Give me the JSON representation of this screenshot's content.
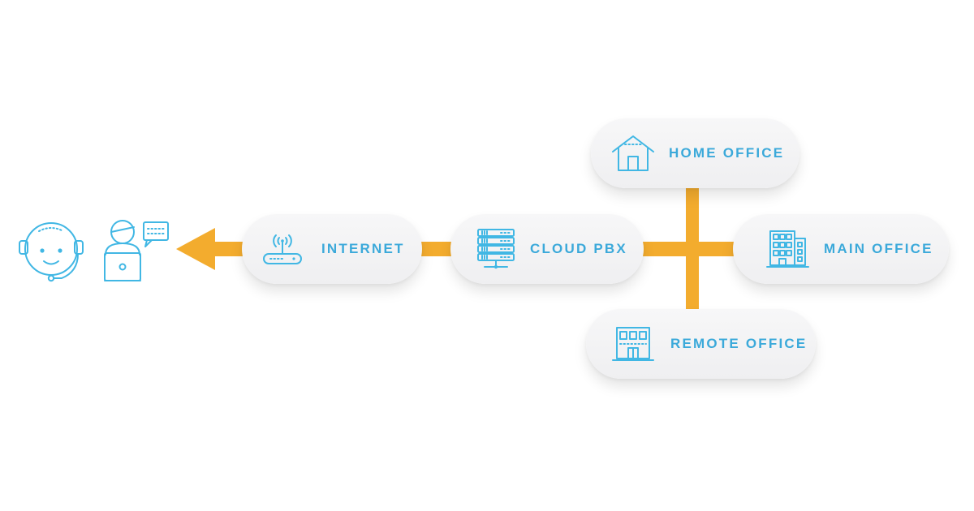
{
  "diagram": {
    "nodes": [
      {
        "id": "internet",
        "label": "INTERNET",
        "icon": "router-icon"
      },
      {
        "id": "cloud_pbx",
        "label": "CLOUD PBX",
        "icon": "server-rack-icon"
      },
      {
        "id": "home_office",
        "label": "HOME OFFICE",
        "icon": "house-icon"
      },
      {
        "id": "main_office",
        "label": "MAIN OFFICE",
        "icon": "office-building-icon"
      },
      {
        "id": "remote_office",
        "label": "REMOTE OFFICE",
        "icon": "small-building-icon"
      }
    ],
    "people": [
      {
        "id": "agent_headset",
        "icon": "headset-agent-icon"
      },
      {
        "id": "agent_laptop",
        "icon": "laptop-agent-chat-icon"
      }
    ],
    "edges": [
      {
        "from": "cloud_pbx",
        "to": "internet"
      },
      {
        "from": "internet",
        "to": "agent_laptop",
        "arrow": true
      },
      {
        "from": "cloud_pbx",
        "to": "main_office"
      },
      {
        "from": "home_office",
        "to": "remote_office"
      }
    ]
  },
  "colors": {
    "connector": "#F3AC2E",
    "icon_stroke": "#41B7E4",
    "label_text": "#3BA9DA",
    "pill_background": "#F2F2F4"
  }
}
